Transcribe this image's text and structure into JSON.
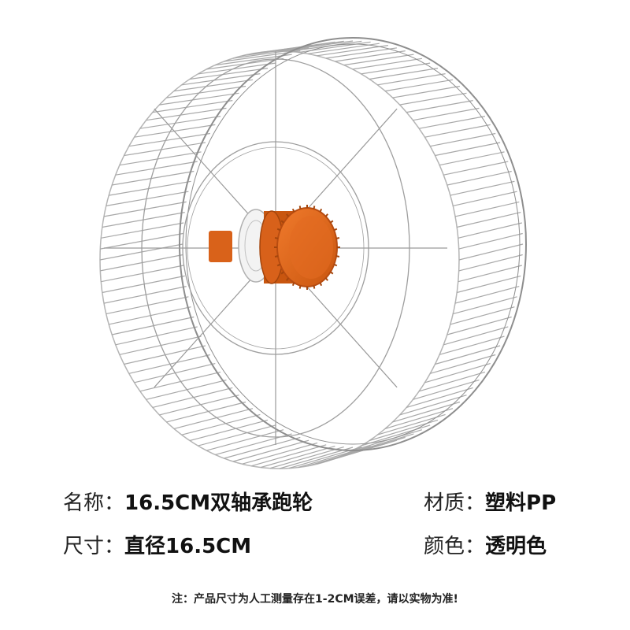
{
  "specs": {
    "name": {
      "label": "名称：",
      "value": "16.5CM双轴承跑轮"
    },
    "material": {
      "label": "材质：",
      "value": "塑料PP"
    },
    "size": {
      "label": "尺寸：",
      "value": "直径16.5CM"
    },
    "color": {
      "label": "颜色：",
      "value": "透明色"
    }
  },
  "note": "注：产品尺寸为人工测量存在1-2CM误差，请以实物为准!",
  "colors": {
    "hub_orange": "#e2671c",
    "hub_orange_dark": "#b84c10",
    "wheel_line": "#9a9a9a",
    "text": "#111111"
  },
  "icons": {
    "product": "transparent-hamster-running-wheel",
    "hub": "orange-bearing-nut"
  }
}
